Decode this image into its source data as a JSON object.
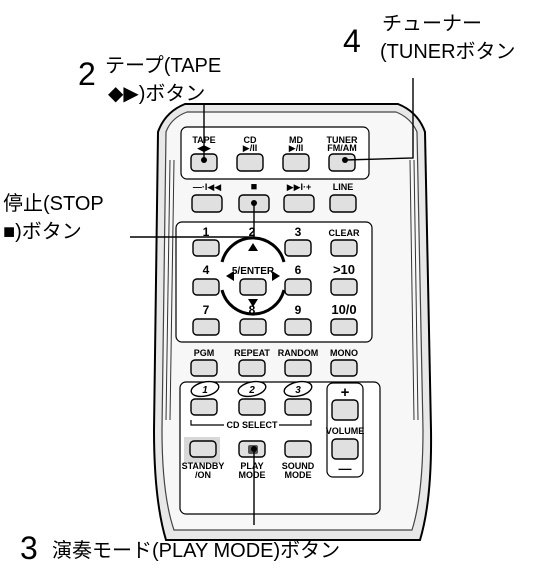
{
  "callouts": {
    "c2": {
      "num": "2",
      "line1": "テープ(TAPE",
      "line2": "◆▶)ボタン"
    },
    "c4": {
      "num": "4",
      "line1": "チューナー",
      "line2": "(TUNERボタン"
    },
    "c_stop": {
      "line1": "停止(STOP",
      "line2": "■)ボタン"
    },
    "c3": {
      "num": "3",
      "line1": "演奏モード(PLAY MODE)ボタン"
    }
  },
  "remote": {
    "row1": {
      "tape": "TAPE",
      "tape_sub": "◀▶",
      "cd": "CD",
      "cd_sub": "▶/II",
      "md": "MD",
      "md_sub": "▶/II",
      "tuner": "TUNER",
      "tuner_sub": "FM/AM"
    },
    "row2": {
      "prev": "—·I◀◀",
      "stop": "■",
      "next": "▶▶I·+",
      "line": "LINE"
    },
    "keypad": {
      "k1": "1",
      "k2": "2",
      "k3": "3",
      "clear": "CLEAR",
      "k4": "4",
      "k5": "5/ENTER",
      "k6": "6",
      "gt10": ">10",
      "k7": "7",
      "k8": "8",
      "k9": "9",
      "k100": "10/0"
    },
    "row5": {
      "pgm": "PGM",
      "repeat": "REPEAT",
      "random": "RANDOM",
      "mono": "MONO"
    },
    "cd_select": {
      "c1": "1",
      "c2": "2",
      "c3": "3",
      "label": "CD SELECT"
    },
    "volume": {
      "plus": "+",
      "label": "VOLUME",
      "minus": "—"
    },
    "bottom": {
      "standby": "STANDBY",
      "standby2": "/ON",
      "play": "PLAY",
      "play2": "MODE",
      "sound": "SOUND",
      "sound2": "MODE"
    }
  }
}
